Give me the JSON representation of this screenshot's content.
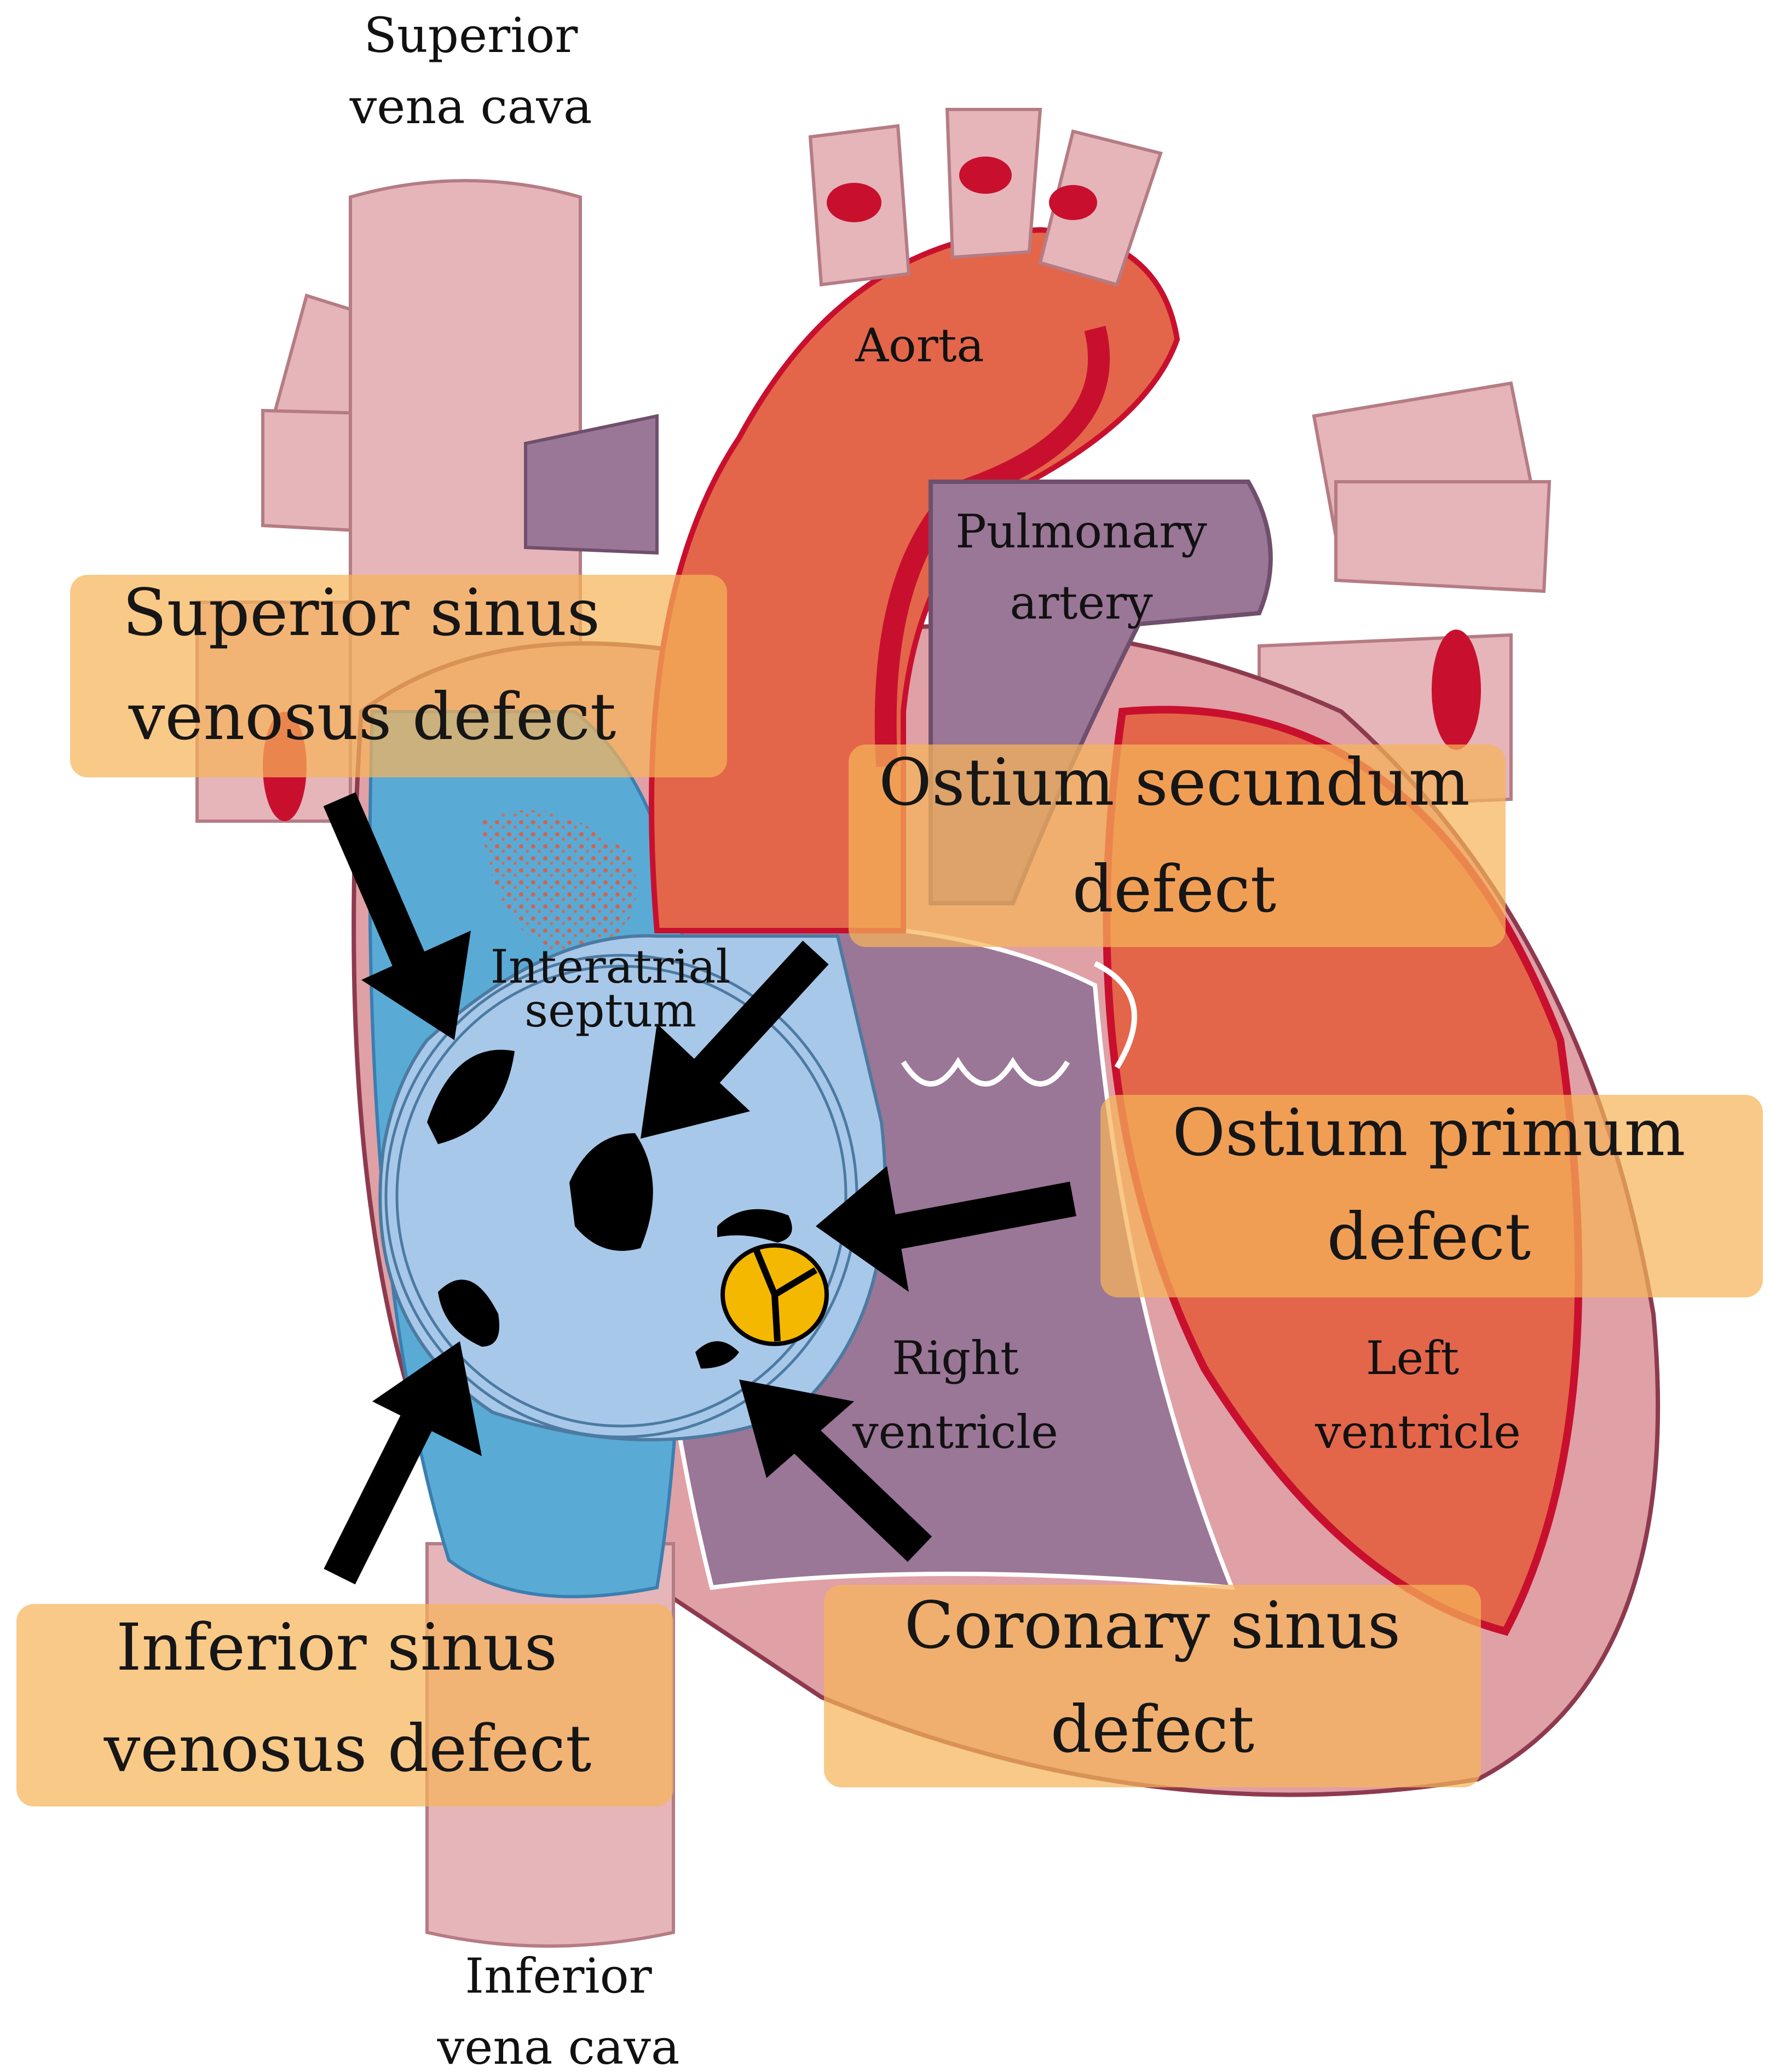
{
  "labels": {
    "svc_1": "Superior",
    "svc_2": "vena cava",
    "ivc_1": "Inferior",
    "ivc_2": "vena cava",
    "aorta": "Aorta",
    "pa_1": "Pulmonary",
    "pa_2": "artery",
    "septum_1": "Interatrial",
    "septum_2": "septum",
    "rv_1": "Right",
    "rv_2": "ventricle",
    "lv_1": "Left",
    "lv_2": "ventricle"
  },
  "defects": {
    "superior_sinus": [
      "Superior sinus",
      "venosus defect"
    ],
    "ostium_secundum": [
      "Ostium secundum",
      "defect"
    ],
    "ostium_primum": [
      "Ostium primum",
      "defect"
    ],
    "inferior_sinus": [
      "Inferior sinus",
      "venosus defect"
    ],
    "coronary_sinus": [
      "Coronary sinus",
      "defect"
    ]
  },
  "colors": {
    "vein_pink": "#e5b5b9",
    "heart_pink": "#dfa0a6",
    "aorta": "#e3664a",
    "aorta_dark": "#c8102e",
    "pulmonary": "#9a7697",
    "vena_blue": "#5aaad6",
    "septum_blue": "#a7c8e9",
    "label_box": "#f7b45a",
    "valve": "#f5b800",
    "arrow": "#000000"
  }
}
